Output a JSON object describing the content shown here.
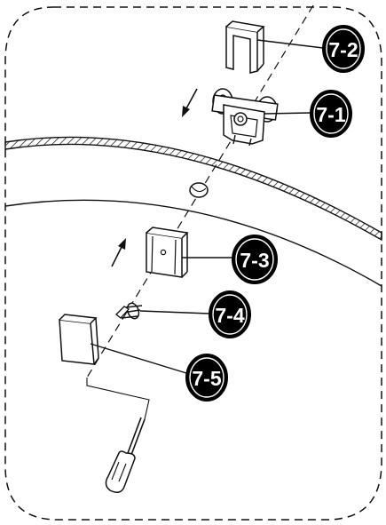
{
  "callouts": {
    "c7_2": "7-2",
    "c7_1": "7-1",
    "c7_3": "7-3",
    "c7_4": "7-4",
    "c7_5": "7-5"
  },
  "colors": {
    "stroke": "#111111",
    "callout_fill": "#000000",
    "callout_text": "#ffffff",
    "background": "#ffffff"
  },
  "icons": {
    "arrow_down": "arrow-down-left-icon",
    "arrow_up": "arrow-up-right-icon",
    "screwdriver": "screwdriver-icon"
  }
}
